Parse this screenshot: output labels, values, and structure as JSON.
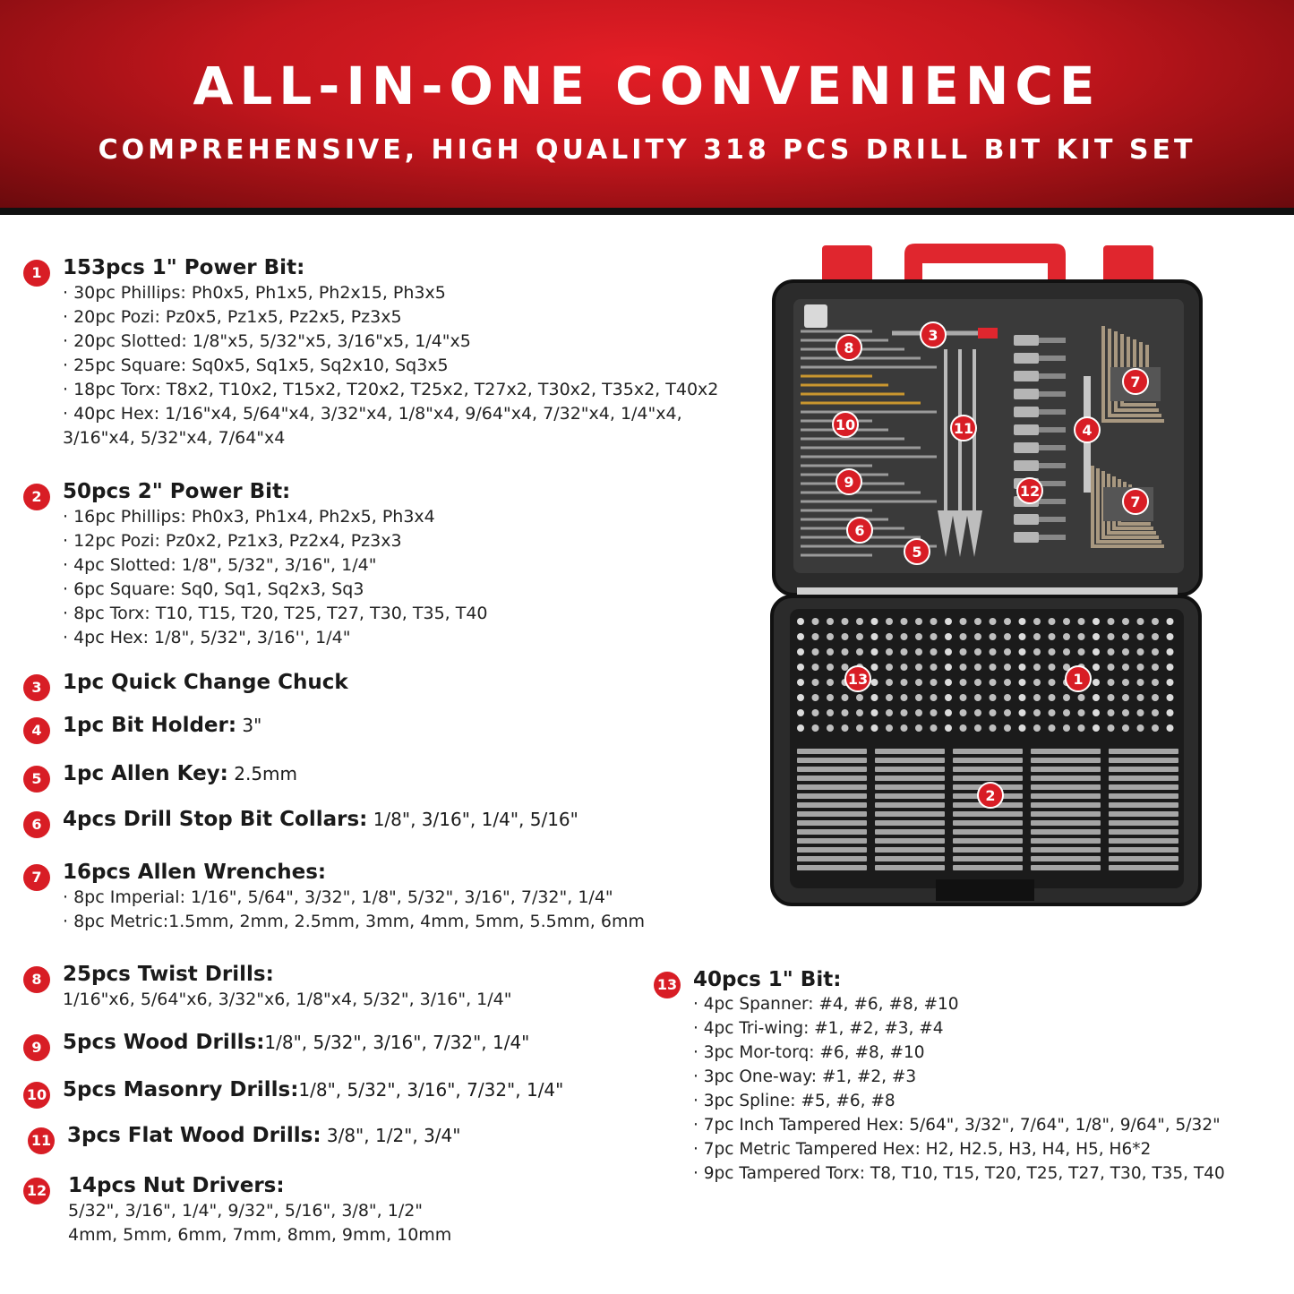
{
  "header": {
    "title": "ALL-IN-ONE CONVENIENCE",
    "subtitle": "COMPREHENSIVE, HIGH QUALITY 318 PCS DRILL BIT KIT SET"
  },
  "colors": {
    "accent": "#d81d25",
    "banner_dark": "#6a0a0d",
    "case_body": "#2b2b2b"
  },
  "items": [
    {
      "num": "1",
      "title": "153pcs 1\" Power Bit:",
      "extra": "",
      "lines": [
        "· 30pc Phillips: Ph0x5, Ph1x5, Ph2x15,  Ph3x5",
        "· 20pc Pozi: Pz0x5, Pz1x5, Pz2x5, Pz3x5",
        "· 20pc Slotted: 1/8\"x5, 5/32\"x5, 3/16\"x5, 1/4\"x5",
        "· 25pc Square: Sq0x5, Sq1x5, Sq2x10, Sq3x5",
        "· 18pc Torx: T8x2, T10x2, T15x2, T20x2, T25x2, T27x2, T30x2, T35x2, T40x2",
        "· 40pc Hex: 1/16\"x4, 5/64\"x4, 3/32\"x4, 1/8\"x4, 9/64\"x4, 7/32\"x4, 1/4\"x4,",
        "3/16\"x4, 5/32\"x4, 7/64\"x4"
      ]
    },
    {
      "num": "2",
      "title": "50pcs 2\" Power Bit:",
      "extra": "",
      "lines": [
        "· 16pc Phillips: Ph0x3, Ph1x4, Ph2x5, Ph3x4",
        "· 12pc Pozi: Pz0x2, Pz1x3, Pz2x4, Pz3x3",
        "· 4pc Slotted: 1/8\", 5/32\", 3/16\", 1/4\"",
        "· 6pc Square: Sq0, Sq1, Sq2x3, Sq3",
        "· 8pc Torx: T10, T15, T20, T25, T27, T30, T35, T40",
        "· 4pc Hex: 1/8\", 5/32\", 3/16'', 1/4\""
      ]
    },
    {
      "num": "3",
      "title": "1pc Quick Change Chuck",
      "extra": "",
      "lines": []
    },
    {
      "num": "4",
      "title": "1pc Bit Holder:",
      "extra": " 3\"",
      "lines": []
    },
    {
      "num": "5",
      "title": "1pc Allen Key:",
      "extra": " 2.5mm",
      "lines": []
    },
    {
      "num": "6",
      "title": "4pcs Drill Stop Bit Collars:",
      "extra": " 1/8\", 3/16\", 1/4\", 5/16\"",
      "lines": []
    },
    {
      "num": "7",
      "title": "16pcs Allen Wrenches:",
      "extra": "",
      "lines": [
        "· 8pc Imperial: 1/16\", 5/64\", 3/32\", 1/8\", 5/32\", 3/16\", 7/32\", 1/4\"",
        "· 8pc Metric:1.5mm, 2mm, 2.5mm, 3mm, 4mm, 5mm, 5.5mm, 6mm"
      ]
    },
    {
      "num": "8",
      "title": "25pcs Twist Drills:",
      "extra": "",
      "lines": [
        "1/16\"x6, 5/64\"x6, 3/32\"x6, 1/8\"x4, 5/32\", 3/16\", 1/4\""
      ]
    },
    {
      "num": "9",
      "title": "5pcs Wood Drills:",
      "extra": "1/8\", 5/32\", 3/16\", 7/32\", 1/4\"",
      "lines": []
    },
    {
      "num": "10",
      "title": "5pcs Masonry Drills:",
      "extra": "1/8\", 5/32\", 3/16\", 7/32\", 1/4\"",
      "lines": []
    },
    {
      "num": "11",
      "title": "3pcs Flat Wood Drills:",
      "extra": " 3/8\", 1/2\", 3/4\"",
      "lines": []
    },
    {
      "num": "12",
      "title": "14pcs Nut Drivers:",
      "extra": "",
      "lines": [
        "5/32\", 3/16\", 1/4\", 9/32\", 5/16\", 3/8\", 1/2\"",
        "4mm, 5mm, 6mm, 7mm, 8mm, 9mm, 10mm"
      ]
    },
    {
      "num": "13",
      "title": "40pcs 1\" Bit:",
      "extra": "",
      "lines": [
        "· 4pc Spanner: #4, #6, #8, #10",
        "· 4pc Tri-wing: #1, #2, #3, #4",
        "· 3pc Mor-torq: #6, #8, #10",
        "· 3pc One-way: #1, #2, #3",
        "· 3pc Spline: #5, #6, #8",
        "· 7pc Inch Tampered Hex: 5/64\", 3/32\", 7/64\", 1/8\", 9/64\", 5/32\"",
        "· 7pc Metric Tampered Hex: H2, H2.5, H3, H4, H5, H6*2",
        "· 9pc Tampered Torx: T8, T10, T15, T20, T25, T27, T30, T35, T40"
      ]
    }
  ],
  "case_labels": [
    "8",
    "3",
    "10",
    "11",
    "4",
    "7",
    "9",
    "12",
    "7",
    "6",
    "5",
    "13",
    "1",
    "2"
  ]
}
